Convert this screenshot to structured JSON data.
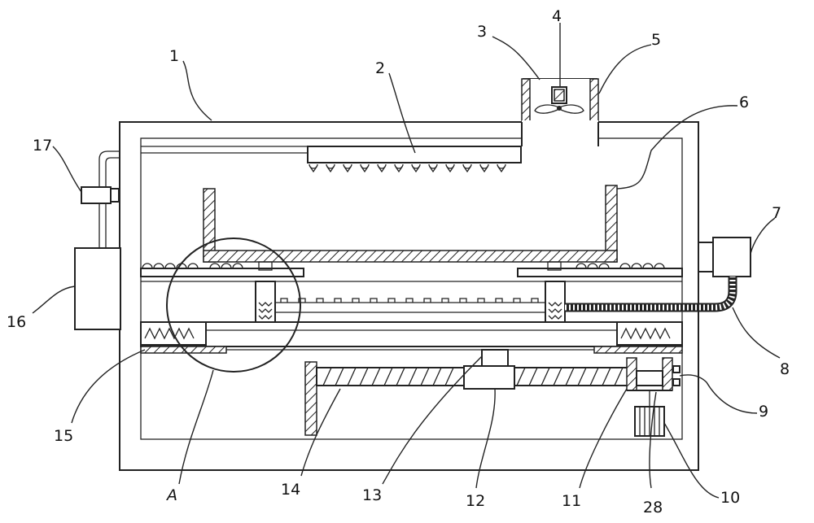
{
  "labels": {
    "l1": "1",
    "l2": "2",
    "l3": "3",
    "l4": "4",
    "l5": "5",
    "l6": "6",
    "l7": "7",
    "l8": "8",
    "l9": "9",
    "l10": "10",
    "l11": "11",
    "l12": "12",
    "l13": "13",
    "l14": "14",
    "l15": "15",
    "l16": "16",
    "l17": "17",
    "l28": "28",
    "lA": "A"
  }
}
